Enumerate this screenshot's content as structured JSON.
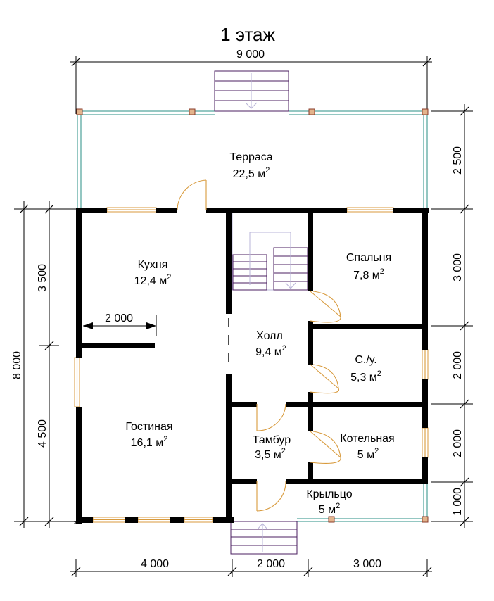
{
  "title": "1 этаж",
  "dimensions": {
    "top_total": "9 000",
    "bottom": [
      "4 000",
      "2 000",
      "3 000"
    ],
    "left_total": "8 000",
    "left_parts": [
      "3 500",
      "4 500"
    ],
    "right_parts": [
      "2 500",
      "3 000",
      "2 000",
      "2 000",
      "1 000"
    ],
    "interior": "2 000"
  },
  "rooms": [
    {
      "id": "terrace",
      "name": "Терраса",
      "area": "22,5 м",
      "unit_power": "2"
    },
    {
      "id": "kitchen",
      "name": "Кухня",
      "area": "12,4 м",
      "unit_power": "2"
    },
    {
      "id": "bedroom",
      "name": "Спальня",
      "area": "7,8 м",
      "unit_power": "2"
    },
    {
      "id": "hall",
      "name": "Холл",
      "area": "9,4 м",
      "unit_power": "2"
    },
    {
      "id": "wc",
      "name": "С./у.",
      "area": "5,3 м",
      "unit_power": "2"
    },
    {
      "id": "living",
      "name": "Гостиная",
      "area": "16,1 м",
      "unit_power": "2"
    },
    {
      "id": "vestibule",
      "name": "Тамбур",
      "area": "3,5 м",
      "unit_power": "2"
    },
    {
      "id": "boiler",
      "name": "Котельная",
      "area": "5 м",
      "unit_power": "2"
    },
    {
      "id": "porch",
      "name": "Крыльцо",
      "area": "5 м",
      "unit_power": "2"
    }
  ],
  "colors": {
    "wall": "#000000",
    "door": "#d89a3c",
    "railing": "#2a8f85",
    "stair": "#4b1f60"
  }
}
